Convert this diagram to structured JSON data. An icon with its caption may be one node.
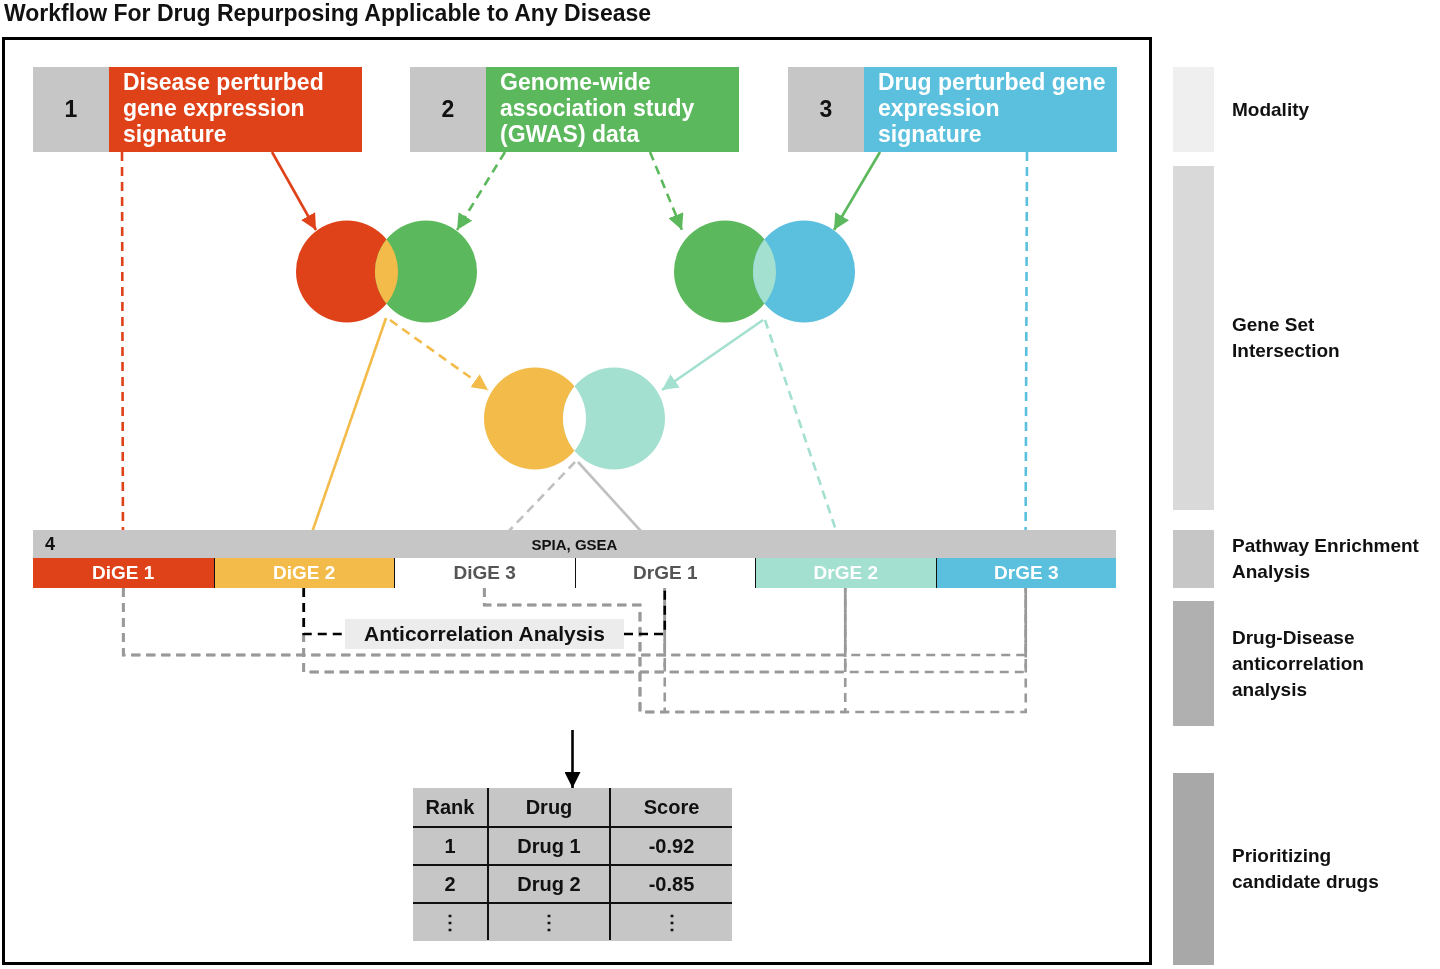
{
  "diagram": {
    "title": "Workflow For Drug Repurposing Applicable to Any Disease",
    "nodes": [
      {
        "text": [
          "1",
          "Disease perturbed gene expression signature"
        ]
      },
      {
        "text": [
          "2",
          "Genome-wide association study (GWAS) data"
        ]
      },
      {
        "text": [
          "3",
          "Drug perturbed gene expression signature"
        ]
      },
      {
        "text": [],
        "shape": "circle"
      },
      {
        "text": [],
        "shape": "circle"
      },
      {
        "text": [],
        "shape": "circle"
      },
      {
        "text": [
          "4",
          "SPIA, GSEA"
        ]
      },
      {
        "text": [
          "DiGE 1"
        ],
        "in": 6
      },
      {
        "text": [
          "DiGE 2"
        ],
        "in": 6
      },
      {
        "text": [
          "DiGE 3"
        ],
        "in": 6
      },
      {
        "text": [
          "DrGE 1"
        ],
        "in": 6
      },
      {
        "text": [
          "DrGE 2"
        ],
        "in": 6
      },
      {
        "text": [
          "DrGE 3"
        ],
        "in": 6
      },
      {
        "text": [
          "Anticorrelation Analysis"
        ]
      },
      {
        "text": [],
        "shape": "box"
      },
      {
        "text": [
          "Modality"
        ]
      },
      {
        "text": [
          "Gene Set Intersection"
        ]
      },
      {
        "text": [
          "Pathway Enrichment Analysis"
        ]
      },
      {
        "text": [
          "Drug-Disease anticorrelation analysis"
        ]
      },
      {
        "text": [
          "Prioritizing candidate drugs"
        ]
      }
    ],
    "edges": [
      {
        "from": 0,
        "to": 7,
        "arrow": "to",
        "style": "dashed",
        "color": "#df4119"
      },
      {
        "from": 0,
        "to": 3,
        "arrow": "to",
        "color": "#df4119"
      },
      {
        "from": 1,
        "to": 3,
        "arrow": "to",
        "style": "dashed",
        "color": "#5cb85c"
      },
      {
        "from": 1,
        "to": 4,
        "arrow": "to",
        "style": "dashed",
        "color": "#5cb85c"
      },
      {
        "from": 2,
        "to": 4,
        "arrow": "to",
        "color": "#5cb85c"
      },
      {
        "from": 2,
        "to": 12,
        "arrow": "to",
        "style": "dashed",
        "color": "#5bc0de"
      },
      {
        "from": 3,
        "to": 8,
        "arrow": "to",
        "color": "#f3bb4a"
      },
      {
        "from": 3,
        "to": 5,
        "arrow": "to",
        "style": "dashed",
        "color": "#f3bb4a"
      },
      {
        "from": 4,
        "to": 5,
        "arrow": "to",
        "color": "#a3e0d0"
      },
      {
        "from": 4,
        "to": 11,
        "arrow": "to",
        "style": "dashed",
        "color": "#a3e0d0"
      },
      {
        "from": 5,
        "to": 9,
        "arrow": "to",
        "style": "dashed",
        "color": "#c0c0c0"
      },
      {
        "from": 5,
        "to": 10,
        "arrow": "to",
        "color": "#c0c0c0"
      },
      {
        "from": 7,
        "to": 10,
        "arrow": "none",
        "style": "dashed"
      },
      {
        "from": 7,
        "to": 11,
        "arrow": "none",
        "style": "dashed"
      },
      {
        "from": 7,
        "to": 12,
        "arrow": "none",
        "style": "dashed"
      },
      {
        "from": 8,
        "to": 10,
        "arrow": "none",
        "style": "dashed"
      },
      {
        "from": 8,
        "to": 11,
        "arrow": "none",
        "style": "dashed"
      },
      {
        "from": 8,
        "to": 12,
        "arrow": "none",
        "style": "dashed"
      },
      {
        "from": 9,
        "to": 10,
        "arrow": "none",
        "style": "dashed"
      },
      {
        "from": 9,
        "to": 11,
        "arrow": "none",
        "style": "dashed"
      },
      {
        "from": 9,
        "to": 12,
        "arrow": "none",
        "style": "dashed"
      },
      {
        "from": 8,
        "to": 13,
        "arrow": "none",
        "style": "dashed",
        "color": "#000000"
      },
      {
        "from": 13,
        "to": 10,
        "arrow": "none",
        "style": "dashed",
        "color": "#000000"
      },
      {
        "from": null,
        "to": 14,
        "arrow": "to",
        "color": "#000000"
      }
    ],
    "labels": [
      "Rank",
      "Drug",
      "Score",
      "1",
      "Drug 1",
      "-0.92",
      "2",
      "Drug 2",
      "-0.85",
      "⋮",
      "⋮",
      "⋮"
    ]
  }
}
